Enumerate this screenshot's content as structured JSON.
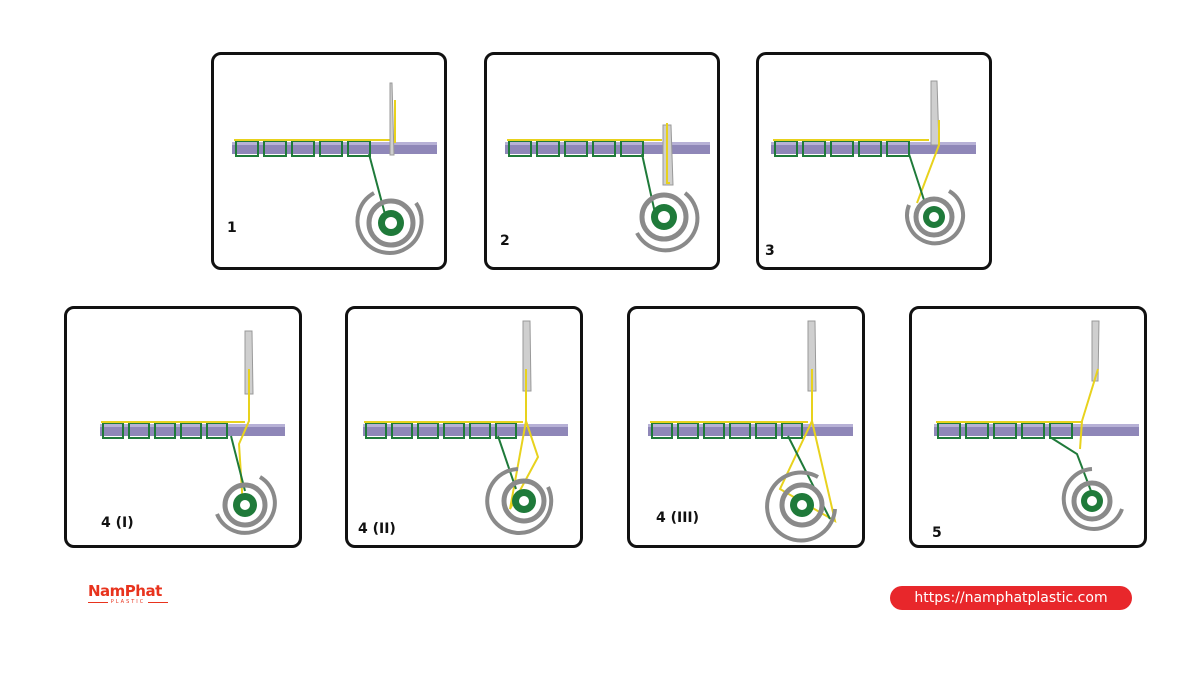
{
  "panels": [
    {
      "label": "1"
    },
    {
      "label": "2"
    },
    {
      "label": "3"
    },
    {
      "label": "4 (I)"
    },
    {
      "label": "4 (II)"
    },
    {
      "label": "4 (III)"
    },
    {
      "label": "5"
    }
  ],
  "footer": {
    "logo_text": "NamPhat",
    "logo_subtext": "PLASTIC",
    "url": "https://namphatplastic.com"
  },
  "colors": {
    "thread_needle": "#e8d21d",
    "thread_bobbin": "#1f7a3a",
    "fabric": "#8f87b8",
    "hook": "#8a8a8a",
    "brand": "#e8272b"
  }
}
